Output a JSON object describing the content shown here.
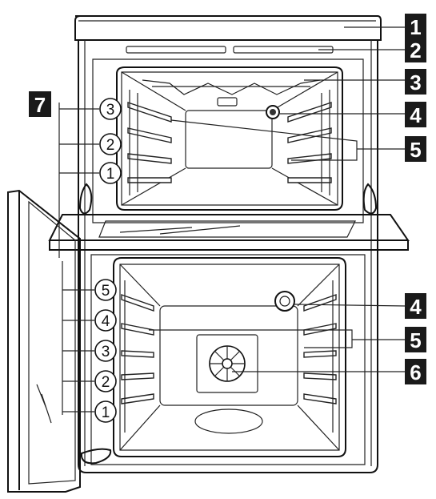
{
  "callouts": {
    "c1": "1",
    "c2": "2",
    "c3": "3",
    "c4_top": "4",
    "c5_top": "5",
    "c4_bottom": "4",
    "c5_bottom": "5",
    "c6": "6",
    "c7": "7"
  },
  "top_shelf_levels": [
    "3",
    "2",
    "1"
  ],
  "bottom_shelf_levels": [
    "5",
    "4",
    "3",
    "2",
    "1"
  ],
  "colors": {
    "label_box": "#1a1a1a",
    "line": "#111111"
  }
}
